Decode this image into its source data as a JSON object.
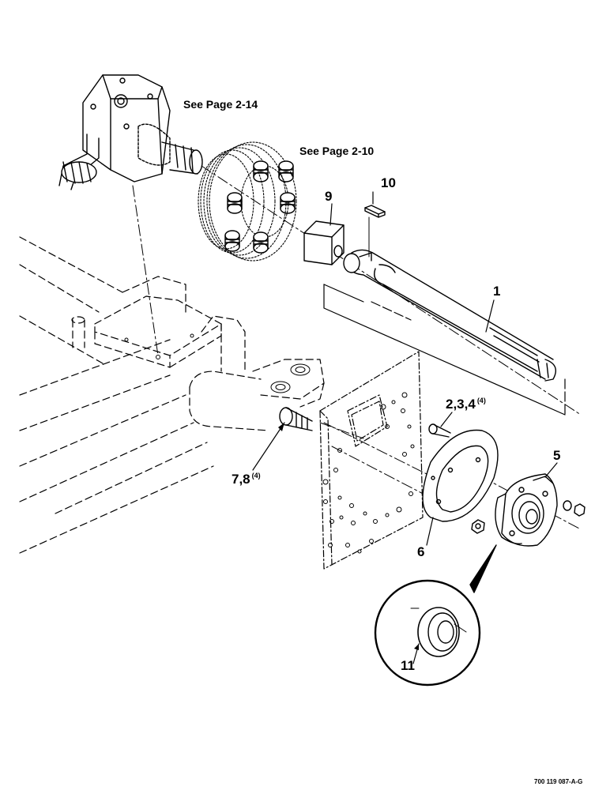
{
  "references": {
    "gearbox": "See Page 2-14",
    "sprocket": "See Page 2-10"
  },
  "callouts": {
    "c1": "1",
    "c234": "2,3,4",
    "c234_qty": "(4)",
    "c5": "5",
    "c6": "6",
    "c78": "7,8",
    "c78_qty": "(4)",
    "c9": "9",
    "c10": "10",
    "c11": "11"
  },
  "figure_id": "700 119 087-A-G"
}
